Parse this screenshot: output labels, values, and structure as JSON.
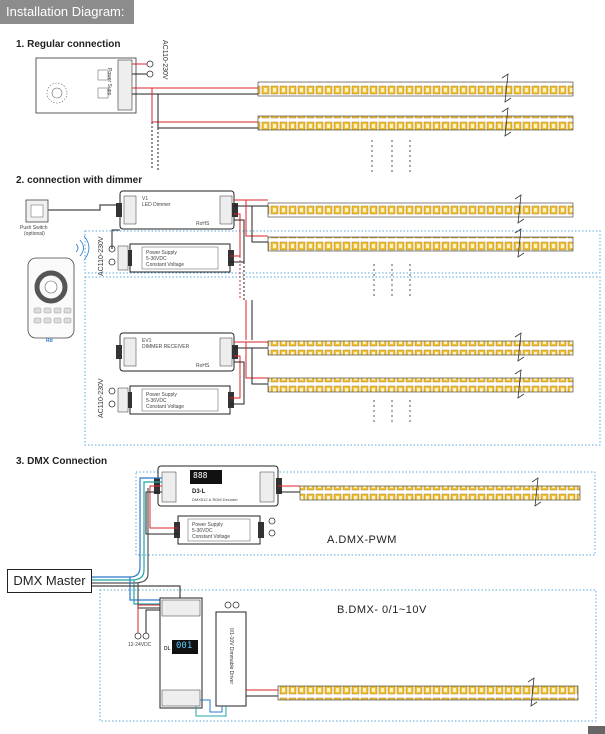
{
  "header": {
    "title": "Installation Diagram:"
  },
  "sections": {
    "regular": "1. Regular connection",
    "dimmer": "2. connection with dimmer",
    "dmx": "3. DMX Connection"
  },
  "labels": {
    "ac_voltage_1": "AC110-230V",
    "ac_voltage_2": "AC110-230V",
    "ac_voltage_3": "AC110-230V",
    "psu_side": "Power Supp",
    "push_switch": "Push Switch",
    "push_switch_note": "(optional)",
    "remote_brand": "Rd",
    "dimmer1_title": "V1",
    "dimmer1_sub": "LED Dimmer",
    "dimmer2_title": "EV1",
    "dimmer2_sub": "DIMMER RECEIVER",
    "rohs": "RoHS",
    "psu_title": "Power Supply",
    "psu_range": "5-36VDC",
    "psu_mode": "Constant Voltage",
    "decoder_display": "888",
    "decoder_model": "D3-L",
    "decoder_sub": "DMX512 & RDM Decoder",
    "dl_display": "001",
    "dl_model": "DL",
    "dl_voltage": "12-24VDC",
    "driver_vertical": "0/1-10V Dimmable Driver",
    "dmx_master": "DMX Master",
    "a_dmx": "A.DMX-PWM",
    "b_dmx": "B.DMX- 0/1~10V"
  },
  "colors": {
    "header_bg": "#8c8c8c",
    "wire_red": "#d9262a",
    "wire_blue": "#2c79c9",
    "wire_teal": "#1fa5a5",
    "dotted_box": "#5aa7d8",
    "led_yellow": "#f3c23a"
  }
}
